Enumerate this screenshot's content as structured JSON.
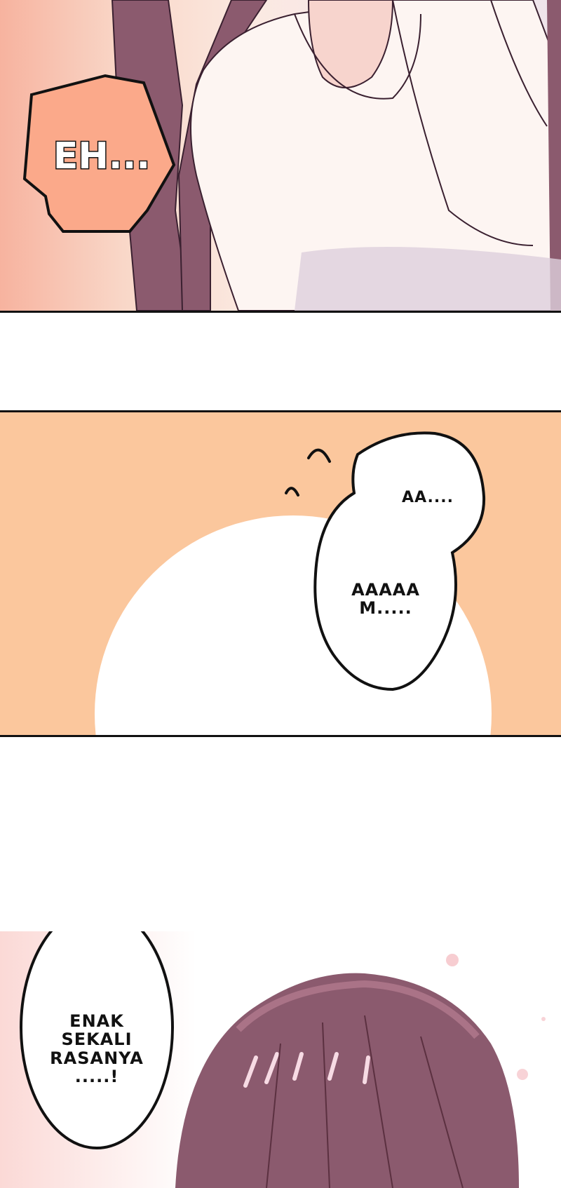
{
  "bubbles": {
    "eh": "EH...",
    "aa": "AA....",
    "aaaaam_line1": "AAAAA",
    "aaaaam_line2": "M.....",
    "enak_line1": "ENAK",
    "enak_line2": "SEKALI",
    "enak_line3": "RASANYA",
    "enak_line4": ".....!"
  },
  "colors": {
    "hair": "#8b5a6e",
    "shirt": "#fdf5f2",
    "panel2_bg": "#fbc79d",
    "eh_bubble": "#fba98a",
    "outline": "#111111"
  },
  "icons": [
    "sweat-drop-icon",
    "sweat-drop-icon"
  ]
}
